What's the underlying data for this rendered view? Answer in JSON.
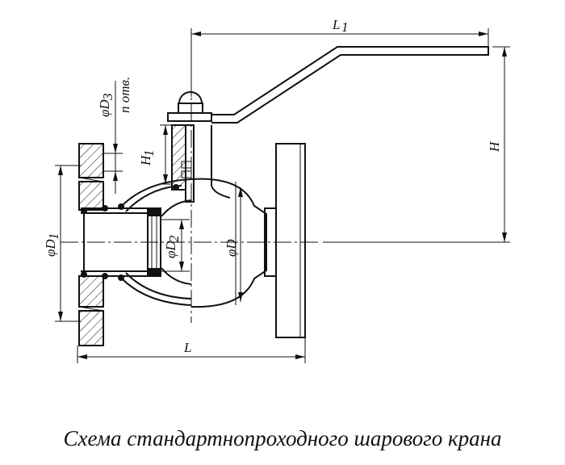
{
  "drawing": {
    "labels": {
      "L1": "L",
      "L1_sub": "1",
      "H": "H",
      "H1": "H",
      "H1_sub": "1",
      "D3": "φD",
      "D3_sub": "3",
      "holes": "n отв.",
      "D1": "φD",
      "D1_sub": "1",
      "D2": "φD",
      "D2_sub": "2",
      "D": "φD",
      "L": "L"
    }
  },
  "caption": "Схема стандартнопроходного шарового крана"
}
